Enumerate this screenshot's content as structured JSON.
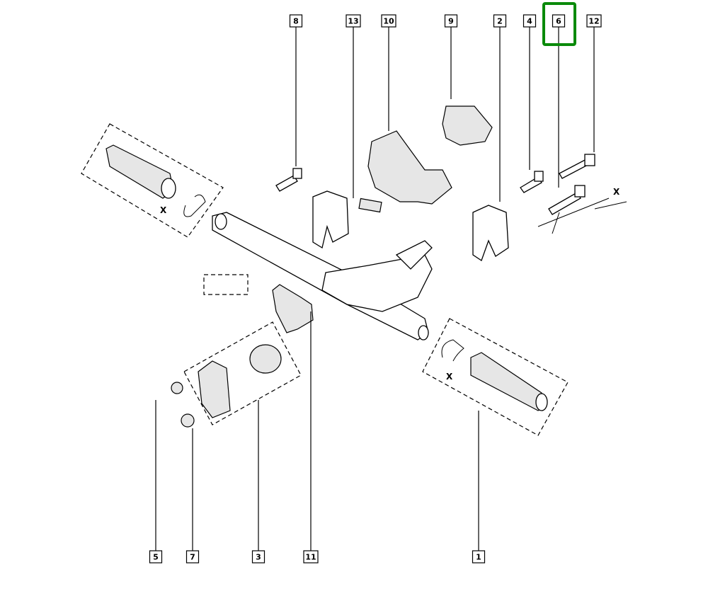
{
  "diagram": {
    "callouts_top": [
      "8",
      "13",
      "10",
      "9",
      "2",
      "4",
      "6",
      "12"
    ],
    "callouts_bottom": [
      "5",
      "7",
      "3",
      "11",
      "1"
    ],
    "highlighted": "6",
    "highlight_color": "#0a8a0a",
    "dimension_label": "X"
  }
}
